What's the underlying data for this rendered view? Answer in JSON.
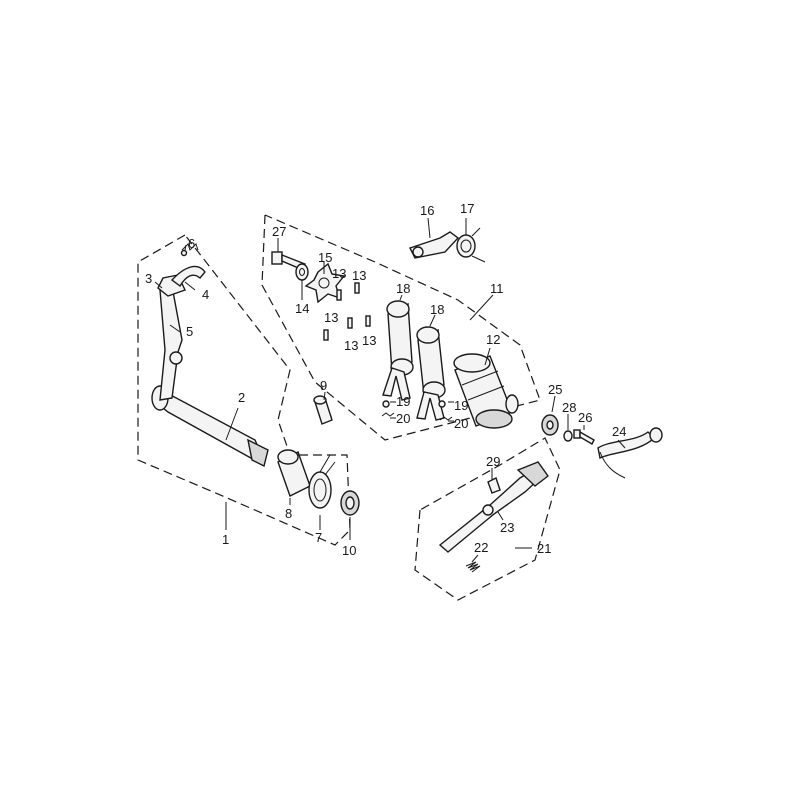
{
  "labels": {
    "p1": "1",
    "p2": "2",
    "p3": "3",
    "p4": "4",
    "p5": "5",
    "p6": "6",
    "p7": "7",
    "p8": "8",
    "p9": "9",
    "p10": "10",
    "p11": "11",
    "p12": "12",
    "p13a": "13",
    "p13b": "13",
    "p13c": "13",
    "p13d": "13",
    "p13e": "13",
    "p14": "14",
    "p15": "15",
    "p16": "16",
    "p17": "17",
    "p18a": "18",
    "p18b": "18",
    "p19a": "19",
    "p19b": "19",
    "p20a": "20",
    "p20b": "20",
    "p21": "21",
    "p22": "22",
    "p23": "23",
    "p24": "24",
    "p25": "25",
    "p26": "26",
    "p27": "27",
    "p28": "28",
    "p29": "29"
  }
}
